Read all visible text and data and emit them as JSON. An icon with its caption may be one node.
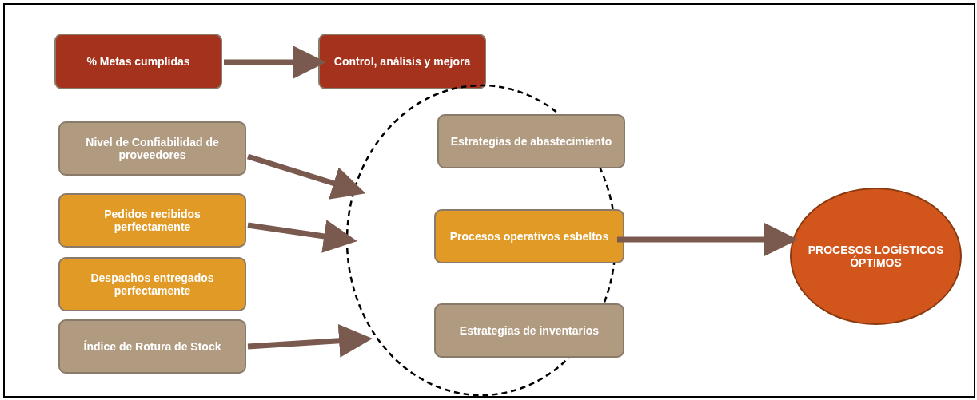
{
  "diagram": {
    "nodes": [
      {
        "text": [
          "% Metas cumplidas"
        ]
      },
      {
        "text": [
          "Control, análisis y mejora"
        ]
      },
      {
        "text": [
          "Nivel de Confiabilidad de proveedores"
        ]
      },
      {
        "text": [
          "Pedidos recibidos perfectamente"
        ]
      },
      {
        "text": [
          "Despachos entregados perfectamente"
        ]
      },
      {
        "text": [
          "Índice de Rotura de Stock"
        ]
      },
      {
        "text": [],
        "shape": "circle"
      },
      {
        "text": [
          "Estrategias de abastecimiento"
        ],
        "in": 6
      },
      {
        "text": [
          "Procesos operativos esbeltos"
        ],
        "in": 6
      },
      {
        "text": [
          "Estrategias de inventarios"
        ],
        "in": 6
      },
      {
        "text": [
          "PROCESOS LOGÍSTICOS ÓPTIMOS"
        ]
      }
    ],
    "edges": [
      {
        "from": 0,
        "to": 1,
        "arrow": "to"
      },
      {
        "from": 2,
        "to": 6,
        "arrow": "to"
      },
      {
        "from": 3,
        "to": 6,
        "arrow": "to"
      },
      {
        "from": 5,
        "to": 6,
        "arrow": "to"
      },
      {
        "from": 6,
        "to": 10,
        "arrow": "to"
      }
    ]
  }
}
